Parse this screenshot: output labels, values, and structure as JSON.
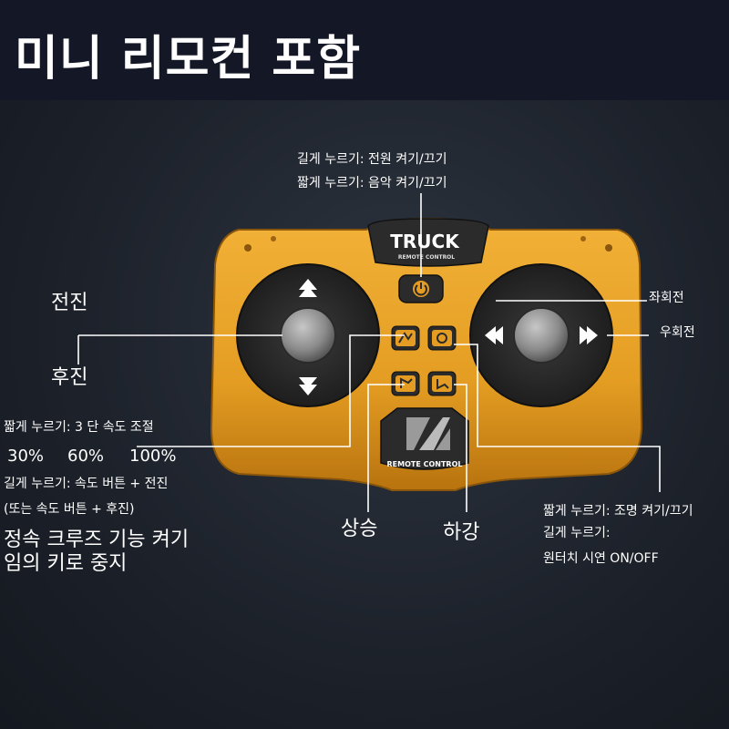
{
  "title": "미니 리모컨 포함",
  "power_button": {
    "long_press": "길게 누르기: 전원 켜기/끄기",
    "short_press": "짧게 누르기: 음악 켜기/끄기"
  },
  "left_stick": {
    "forward": "전진",
    "backward": "후진"
  },
  "right_stick": {
    "turn_left": "좌회전",
    "turn_right": "우회전"
  },
  "speed": {
    "short_press": "짧게 누르기: 3 단 속도 조절",
    "levels": [
      "30%",
      "60%",
      "100%"
    ],
    "long_press_forward": "길게 누르기: 속도 버튼 + 전진",
    "long_press_backward": "(또는 속도 버튼 + 후진)",
    "cruise_on": "정속 크루즈 기능 켜기",
    "cruise_off": "임의 키로 중지"
  },
  "lift": {
    "up": "상승",
    "down": "하강"
  },
  "light_button": {
    "short_press": "짧게 누르기: 조명 켜기/끄기",
    "long_press": "길게 누르기:",
    "demo": "원터치 시연 ON/OFF"
  },
  "remote": {
    "brand": "TRUCK",
    "brand_sub": "REMOTE CONTROL",
    "bottom_logo_text": "REMOTE CONTROL"
  },
  "colors": {
    "body": "#e49d22",
    "body_dark": "#b8730f",
    "face": "#2b2b2b",
    "accent": "#f0b030"
  }
}
